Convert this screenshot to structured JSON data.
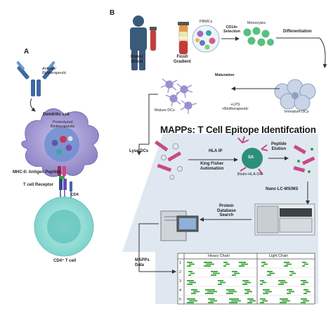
{
  "panels": {
    "a": "A",
    "b": "B"
  },
  "panel_a": {
    "antigen": "Antigen/\nBiotherapeutic",
    "dendritic_cell": "Dendritic cell",
    "proteolyzed": "Proteolyzed\nBiotherapeutic",
    "mhc": "MHC-II: Antigen Peptide",
    "tcr": "T cell Receptor",
    "cd4": "CD4",
    "tcell": "CD4⁺ T cell"
  },
  "panel_b": {
    "donor_blood": "Donor\nBlood",
    "ficoll": "Ficoll\nGradient",
    "pbmcs": "PBMCs",
    "cd14": "CD14+\nSelection",
    "monocytes": "Monocytes",
    "differentiation": "Differentiation",
    "maturation": "Maturation",
    "lps": "+LPS\n+Biotherapeutic",
    "mature_dcs": "Mature DCs",
    "immature_dcs": "Immature DCs"
  },
  "mapps": {
    "title": "MAPPs: T Cell Epitope Identifcation",
    "lyse": "Lyse DCs",
    "hla_ip": "HLA IP",
    "kingfisher": "King Fisher\nAutomation",
    "sa": "SA",
    "biotin": "Biotin-HLA-DR",
    "elution": "Peptide\nElution",
    "lcms": "Nano LC-MS/MS",
    "db": "Protein\nDatabase\nSearch",
    "data": "MAPPs\nData"
  },
  "table": {
    "heavy": "Heavy Chain",
    "light": "Light Chain",
    "rows": [
      "1",
      "2",
      "3",
      "4",
      "5"
    ]
  },
  "colors": {
    "mapps_bg": "#dfe8f1",
    "dc_purple": "#9b8fd0",
    "tcell_teal": "#8fd8d3",
    "antibody_blue": "#3d6aa3",
    "peptide_green": "#3aa23a",
    "tube_red": "#c83a3a"
  }
}
